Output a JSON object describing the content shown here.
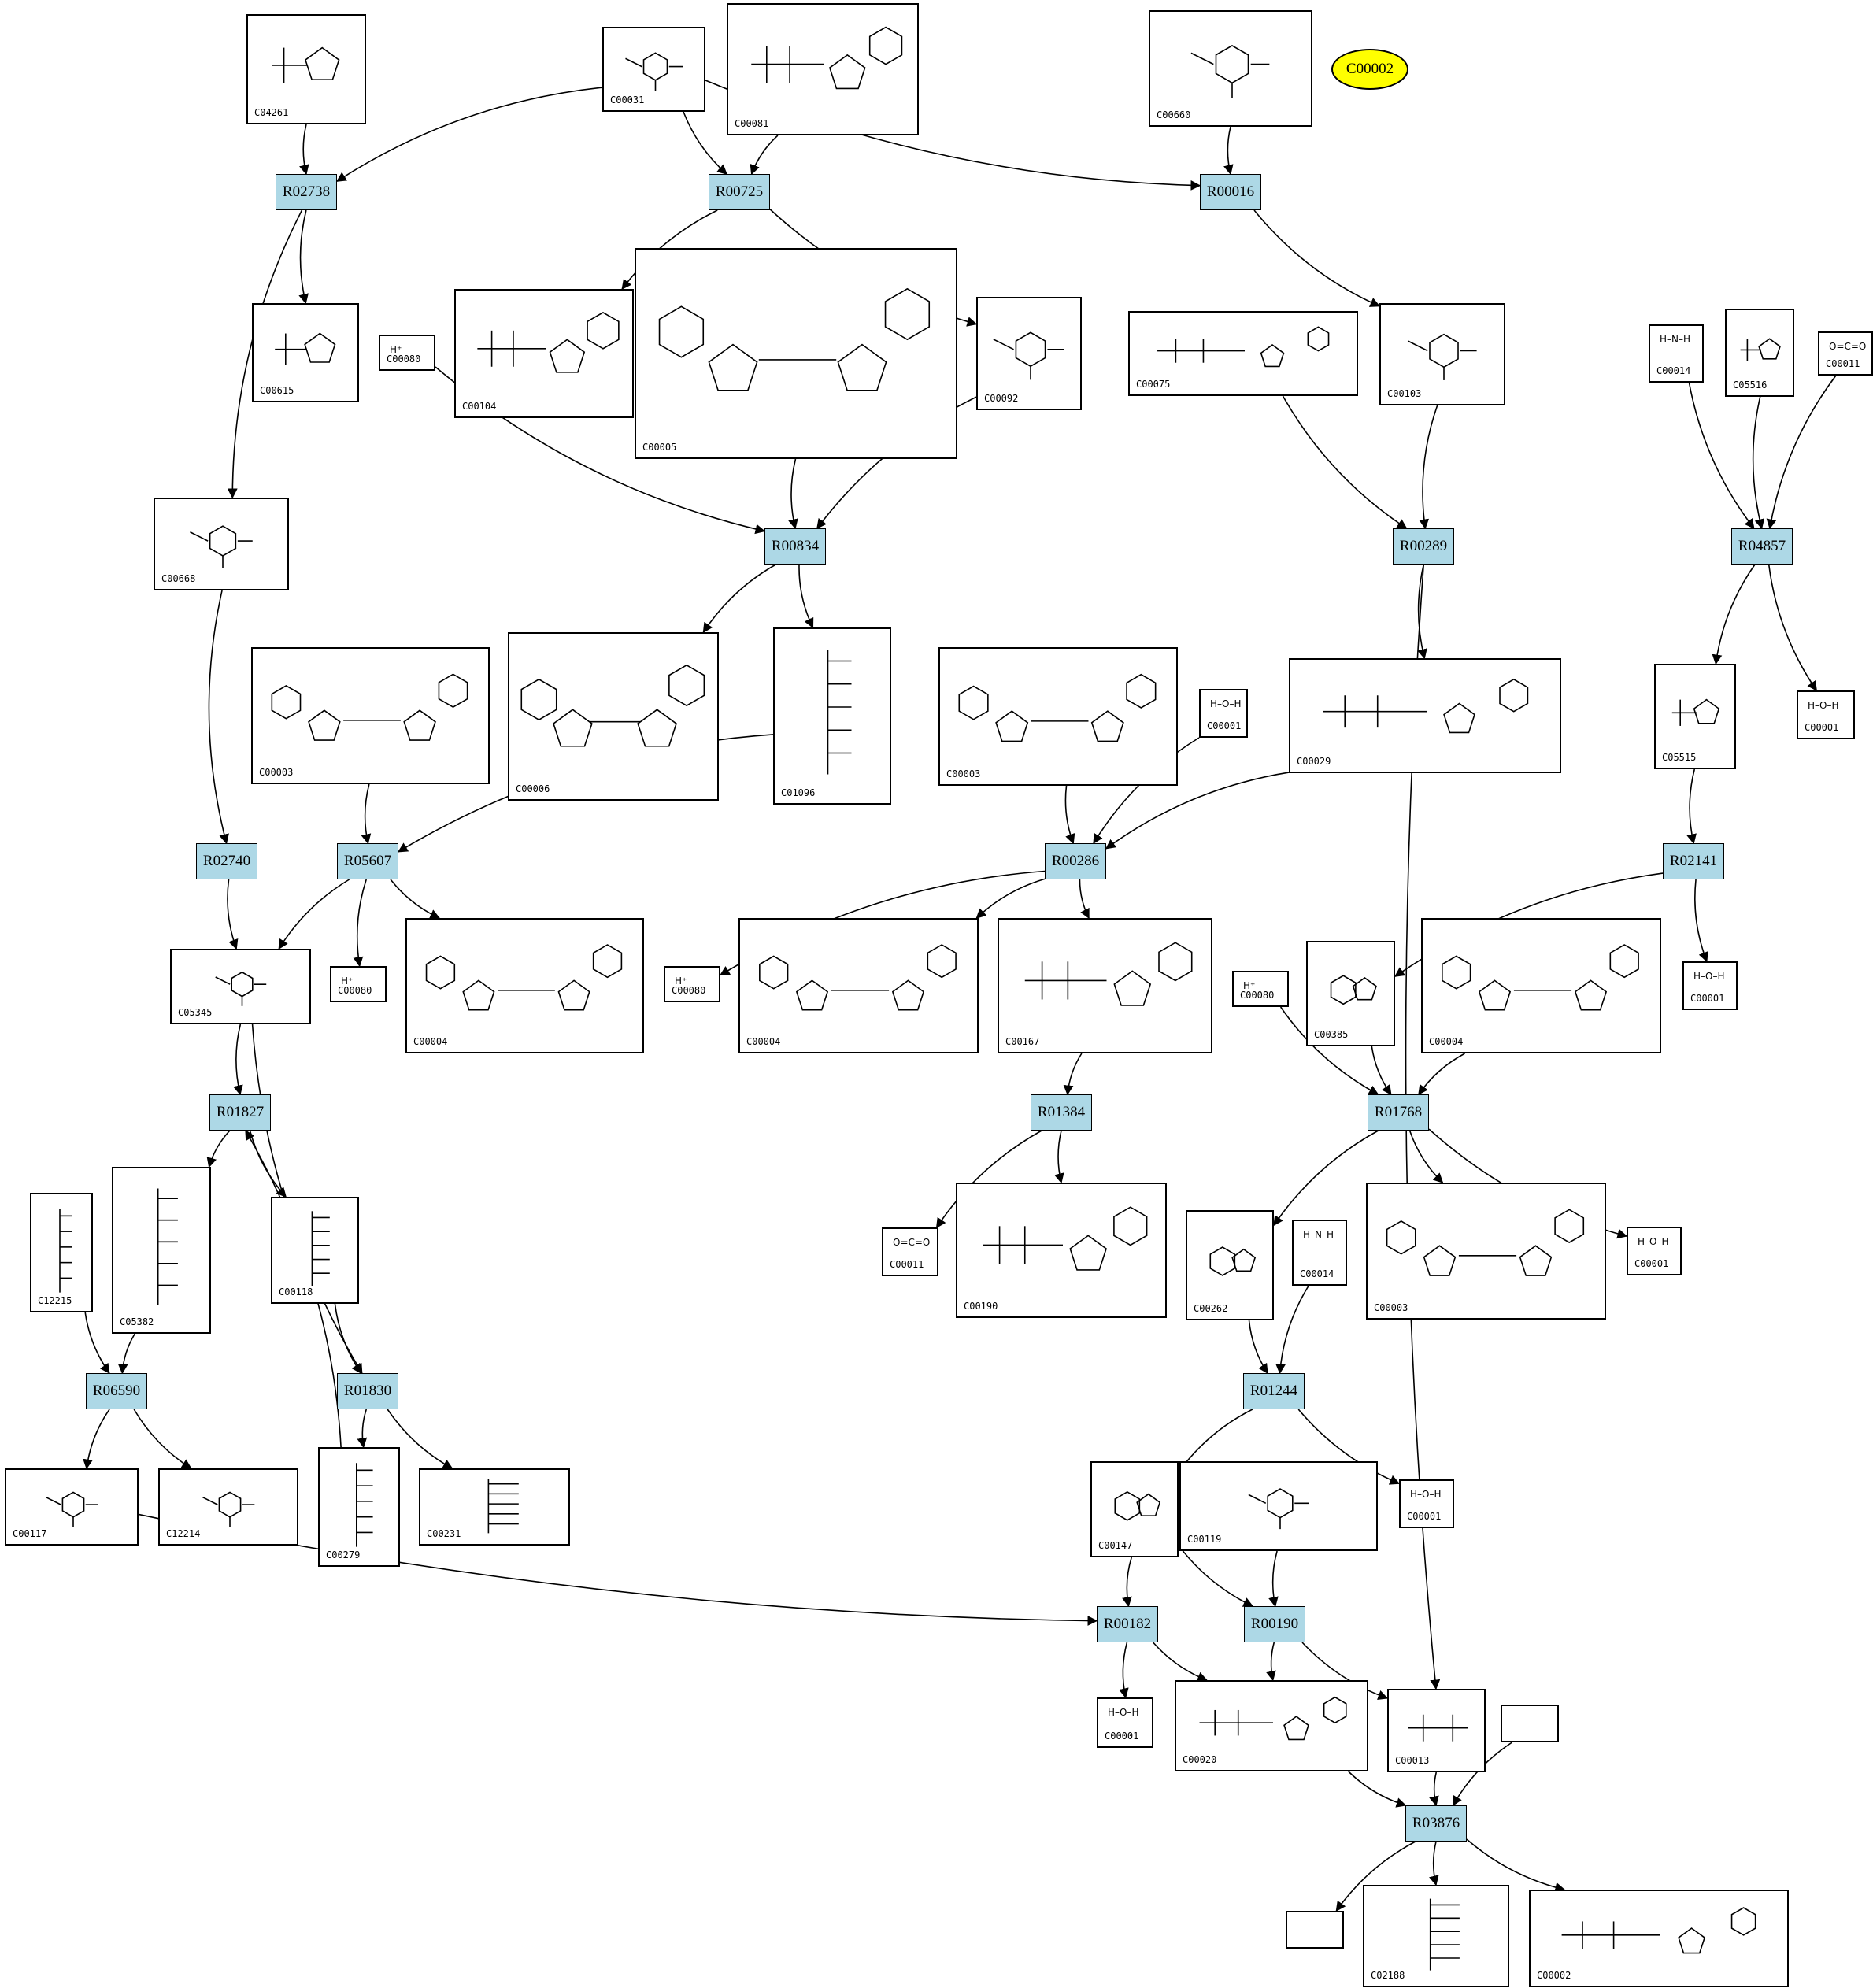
{
  "highlight": {
    "id": "C00002",
    "color": "#ffff00"
  },
  "reaction_color": "#add8e6",
  "reactions": [
    {
      "id": "R02738"
    },
    {
      "id": "R00725"
    },
    {
      "id": "R00016"
    },
    {
      "id": "R00834"
    },
    {
      "id": "R00289"
    },
    {
      "id": "R04857"
    },
    {
      "id": "R02740"
    },
    {
      "id": "R05607"
    },
    {
      "id": "R00286"
    },
    {
      "id": "R02141"
    },
    {
      "id": "R01827"
    },
    {
      "id": "R01384"
    },
    {
      "id": "R01768"
    },
    {
      "id": "R06590"
    },
    {
      "id": "R01830"
    },
    {
      "id": "R01244"
    },
    {
      "id": "R00182"
    },
    {
      "id": "R00190"
    },
    {
      "id": "R03876"
    }
  ],
  "compounds": [
    {
      "key": "C04261",
      "label": "C04261",
      "hint": "",
      "mol": "imidazole"
    },
    {
      "key": "C00031",
      "label": "C00031",
      "hint": "",
      "mol": "sugar"
    },
    {
      "key": "C00081",
      "label": "C00081",
      "hint": "",
      "mol": "nucleotide"
    },
    {
      "key": "C00660",
      "label": "C00660",
      "hint": "",
      "mol": "sugar"
    },
    {
      "key": "C00615",
      "label": "C00615",
      "hint": "",
      "mol": "imidazole"
    },
    {
      "key": "C00080a",
      "label": "C00080",
      "hint": "H⁺",
      "mol": ""
    },
    {
      "key": "C00104",
      "label": "C00104",
      "hint": "",
      "mol": "nucleotide"
    },
    {
      "key": "C00005",
      "label": "C00005",
      "hint": "",
      "mol": "dinucleotide"
    },
    {
      "key": "C00092",
      "label": "C00092",
      "hint": "",
      "mol": "sugar"
    },
    {
      "key": "C00075",
      "label": "C00075",
      "hint": "",
      "mol": "nucleotide"
    },
    {
      "key": "C00103",
      "label": "C00103",
      "hint": "",
      "mol": "sugar"
    },
    {
      "key": "C00014a",
      "label": "C00014",
      "hint": "H–N–H",
      "mol": ""
    },
    {
      "key": "C05516",
      "label": "C05516",
      "hint": "",
      "mol": "imidazole"
    },
    {
      "key": "C00011a",
      "label": "C00011",
      "hint": "O=C=O",
      "mol": ""
    },
    {
      "key": "C00668",
      "label": "C00668",
      "hint": "",
      "mol": "sugar"
    },
    {
      "key": "C00003a",
      "label": "C00003",
      "hint": "",
      "mol": "dinucleotide"
    },
    {
      "key": "C00006",
      "label": "C00006",
      "hint": "",
      "mol": "dinucleotide"
    },
    {
      "key": "C01096",
      "label": "C01096",
      "hint": "",
      "mol": "chain"
    },
    {
      "key": "C00003b",
      "label": "C00003",
      "hint": "",
      "mol": "dinucleotide"
    },
    {
      "key": "C00001a",
      "label": "C00001",
      "hint": "H–O–H",
      "mol": ""
    },
    {
      "key": "C00029",
      "label": "C00029",
      "hint": "",
      "mol": "nucleotide"
    },
    {
      "key": "C05515",
      "label": "C05515",
      "hint": "",
      "mol": "imidazole"
    },
    {
      "key": "C00001b",
      "label": "C00001",
      "hint": "H–O–H",
      "mol": ""
    },
    {
      "key": "C05345",
      "label": "C05345",
      "hint": "",
      "mol": "sugar"
    },
    {
      "key": "C00080b",
      "label": "C00080",
      "hint": "H⁺",
      "mol": ""
    },
    {
      "key": "C00004a",
      "label": "C00004",
      "hint": "",
      "mol": "dinucleotide"
    },
    {
      "key": "C00080c",
      "label": "C00080",
      "hint": "H⁺",
      "mol": ""
    },
    {
      "key": "C00004b",
      "label": "C00004",
      "hint": "",
      "mol": "dinucleotide"
    },
    {
      "key": "C00167",
      "label": "C00167",
      "hint": "",
      "mol": "nucleotide"
    },
    {
      "key": "C00080d",
      "label": "C00080",
      "hint": "H⁺",
      "mol": ""
    },
    {
      "key": "C00385",
      "label": "C00385",
      "hint": "",
      "mol": "purine"
    },
    {
      "key": "C00004c",
      "label": "C00004",
      "hint": "",
      "mol": "dinucleotide"
    },
    {
      "key": "C00001c",
      "label": "C00001",
      "hint": "H–O–H",
      "mol": ""
    },
    {
      "key": "C12215",
      "label": "C12215",
      "hint": "",
      "mol": "chain"
    },
    {
      "key": "C05382",
      "label": "C05382",
      "hint": "",
      "mol": "chain"
    },
    {
      "key": "C00118",
      "label": "C00118",
      "hint": "",
      "mol": "chain"
    },
    {
      "key": "C00011b",
      "label": "C00011",
      "hint": "O=C=O",
      "mol": ""
    },
    {
      "key": "C00190",
      "label": "C00190",
      "hint": "",
      "mol": "nucleotide"
    },
    {
      "key": "C00262",
      "label": "C00262",
      "hint": "",
      "mol": "purine"
    },
    {
      "key": "C00014b",
      "label": "C00014",
      "hint": "H–N–H",
      "mol": ""
    },
    {
      "key": "C00003c",
      "label": "C00003",
      "hint": "",
      "mol": "dinucleotide"
    },
    {
      "key": "C00001d",
      "label": "C00001",
      "hint": "H–O–H",
      "mol": ""
    },
    {
      "key": "C00117",
      "label": "C00117",
      "hint": "",
      "mol": "sugar"
    },
    {
      "key": "C12214",
      "label": "C12214",
      "hint": "",
      "mol": "sugar"
    },
    {
      "key": "C00279",
      "label": "C00279",
      "hint": "",
      "mol": "chain"
    },
    {
      "key": "C00231",
      "label": "C00231",
      "hint": "",
      "mol": "chain"
    },
    {
      "key": "C00147",
      "label": "C00147",
      "hint": "",
      "mol": "purine"
    },
    {
      "key": "C00119",
      "label": "C00119",
      "hint": "",
      "mol": "sugar"
    },
    {
      "key": "C00001e",
      "label": "C00001",
      "hint": "H–O–H",
      "mol": ""
    },
    {
      "key": "C00001f",
      "label": "C00001",
      "hint": "H–O–H",
      "mol": ""
    },
    {
      "key": "C00020",
      "label": "C00020",
      "hint": "",
      "mol": "nucleotide"
    },
    {
      "key": "C00013",
      "label": "C00013",
      "hint": "",
      "mol": "phosphate"
    },
    {
      "key": "blank1",
      "label": "",
      "hint": "",
      "mol": ""
    },
    {
      "key": "blank2",
      "label": "",
      "hint": "",
      "mol": ""
    },
    {
      "key": "C02188",
      "label": "C02188",
      "hint": "",
      "mol": "chain"
    },
    {
      "key": "C00002",
      "label": "C00002",
      "hint": "",
      "mol": "nucleotide"
    }
  ],
  "edges": [
    [
      "C04261",
      "R02738"
    ],
    [
      "C00031",
      "R02738"
    ],
    [
      "C00031",
      "R00725"
    ],
    [
      "C00081",
      "R00725"
    ],
    [
      "C00031",
      "R00016"
    ],
    [
      "C00660",
      "R00016"
    ],
    [
      "R02738",
      "C00615"
    ],
    [
      "R02738",
      "C00668"
    ],
    [
      "R00725",
      "C00104"
    ],
    [
      "R00725",
      "C00092"
    ],
    [
      "R00016",
      "C00103"
    ],
    [
      "C00080a",
      "R00834"
    ],
    [
      "C00005",
      "R00834"
    ],
    [
      "C00092",
      "R00834"
    ],
    [
      "R00834",
      "C00006"
    ],
    [
      "R00834",
      "C01096"
    ],
    [
      "C00075",
      "R00289"
    ],
    [
      "C00103",
      "R00289"
    ],
    [
      "R00289",
      "C00029"
    ],
    [
      "R00289",
      "C00013"
    ],
    [
      "C00014a",
      "R04857"
    ],
    [
      "C05516",
      "R04857"
    ],
    [
      "C00011a",
      "R04857"
    ],
    [
      "R04857",
      "C05515"
    ],
    [
      "R04857",
      "C00001b"
    ],
    [
      "C00668",
      "R02740"
    ],
    [
      "R02740",
      "C05345"
    ],
    [
      "C00003a",
      "R05607"
    ],
    [
      "C01096",
      "R05607"
    ],
    [
      "R05607",
      "C05345"
    ],
    [
      "R05607",
      "C00080b"
    ],
    [
      "R05607",
      "C00004a"
    ],
    [
      "C00003b",
      "R00286"
    ],
    [
      "C00001a",
      "R00286"
    ],
    [
      "C00029",
      "R00286"
    ],
    [
      "R00286",
      "C00080c"
    ],
    [
      "R00286",
      "C00004b"
    ],
    [
      "R00286",
      "C00167"
    ],
    [
      "C05515",
      "R02141"
    ],
    [
      "R02141",
      "C00385"
    ],
    [
      "R02141",
      "C00001c"
    ],
    [
      "C05345",
      "R01827"
    ],
    [
      "R01827",
      "C05382"
    ],
    [
      "R01827",
      "C00118"
    ],
    [
      "C05345",
      "R01830"
    ],
    [
      "C00167",
      "R01384"
    ],
    [
      "R01384",
      "C00011b"
    ],
    [
      "R01384",
      "C00190"
    ],
    [
      "C00080d",
      "R01768"
    ],
    [
      "C00385",
      "R01768"
    ],
    [
      "C00004c",
      "R01768"
    ],
    [
      "R01768",
      "C00262"
    ],
    [
      "R01768",
      "C00003c"
    ],
    [
      "R01768",
      "C00001d"
    ],
    [
      "C12215",
      "R06590"
    ],
    [
      "C05382",
      "R06590"
    ],
    [
      "R06590",
      "C00117"
    ],
    [
      "R06590",
      "C12214"
    ],
    [
      "C00118",
      "R01830"
    ],
    [
      "R01830",
      "C00279"
    ],
    [
      "R01830",
      "C00231"
    ],
    [
      "C00279",
      "R01827"
    ],
    [
      "C00262",
      "R01244"
    ],
    [
      "C00014b",
      "R01244"
    ],
    [
      "R01244",
      "C00147"
    ],
    [
      "R01244",
      "C00001e"
    ],
    [
      "C00117",
      "R00182"
    ],
    [
      "C00147",
      "R00182"
    ],
    [
      "R00182",
      "C00001f"
    ],
    [
      "R00182",
      "C00020"
    ],
    [
      "C00147",
      "R00190"
    ],
    [
      "C00119",
      "R00190"
    ],
    [
      "R00190",
      "C00020"
    ],
    [
      "R00190",
      "C00013"
    ],
    [
      "C00020",
      "R03876"
    ],
    [
      "C00013",
      "R03876"
    ],
    [
      "blank1",
      "R03876"
    ],
    [
      "R03876",
      "blank2"
    ],
    [
      "R03876",
      "C02188"
    ],
    [
      "R03876",
      "C00002"
    ]
  ]
}
